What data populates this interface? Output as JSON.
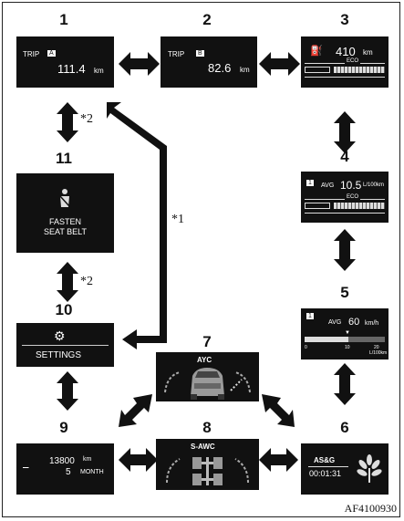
{
  "screens": [
    {
      "num": "1",
      "trip_label": "TRIP",
      "trip_badge": "A",
      "value": "111.4",
      "unit": "km"
    },
    {
      "num": "2",
      "trip_label": "TRIP",
      "trip_badge": "B",
      "value": "82.6",
      "unit": "km"
    },
    {
      "num": "3",
      "value": "410",
      "unit": "km",
      "eco": "ECO"
    },
    {
      "num": "4",
      "badge": "1",
      "avg": "AVG",
      "value": "10.5",
      "unit": "L/100km",
      "eco": "ECO"
    },
    {
      "num": "5",
      "badge": "1",
      "avg": "AVG",
      "value": "60",
      "unit": "km/h",
      "ticks": [
        "0",
        "10",
        "20"
      ],
      "tick_unit": "L/100km"
    },
    {
      "num": "6",
      "line1": "AS&G",
      "time": "00:01:31"
    },
    {
      "num": "7",
      "title": "AYC"
    },
    {
      "num": "8",
      "title": "S-AWC"
    },
    {
      "num": "9",
      "km": "13800",
      "km_unit": "km",
      "months": "5",
      "month_unit": "MONTH"
    },
    {
      "num": "10",
      "title": "SETTINGS"
    },
    {
      "num": "11",
      "line1": "FASTEN",
      "line2": "SEAT BELT"
    }
  ],
  "footnotes": {
    "n1": "*1",
    "n2a": "*2",
    "n2b": "*2"
  },
  "figure_code": "AF4100930"
}
